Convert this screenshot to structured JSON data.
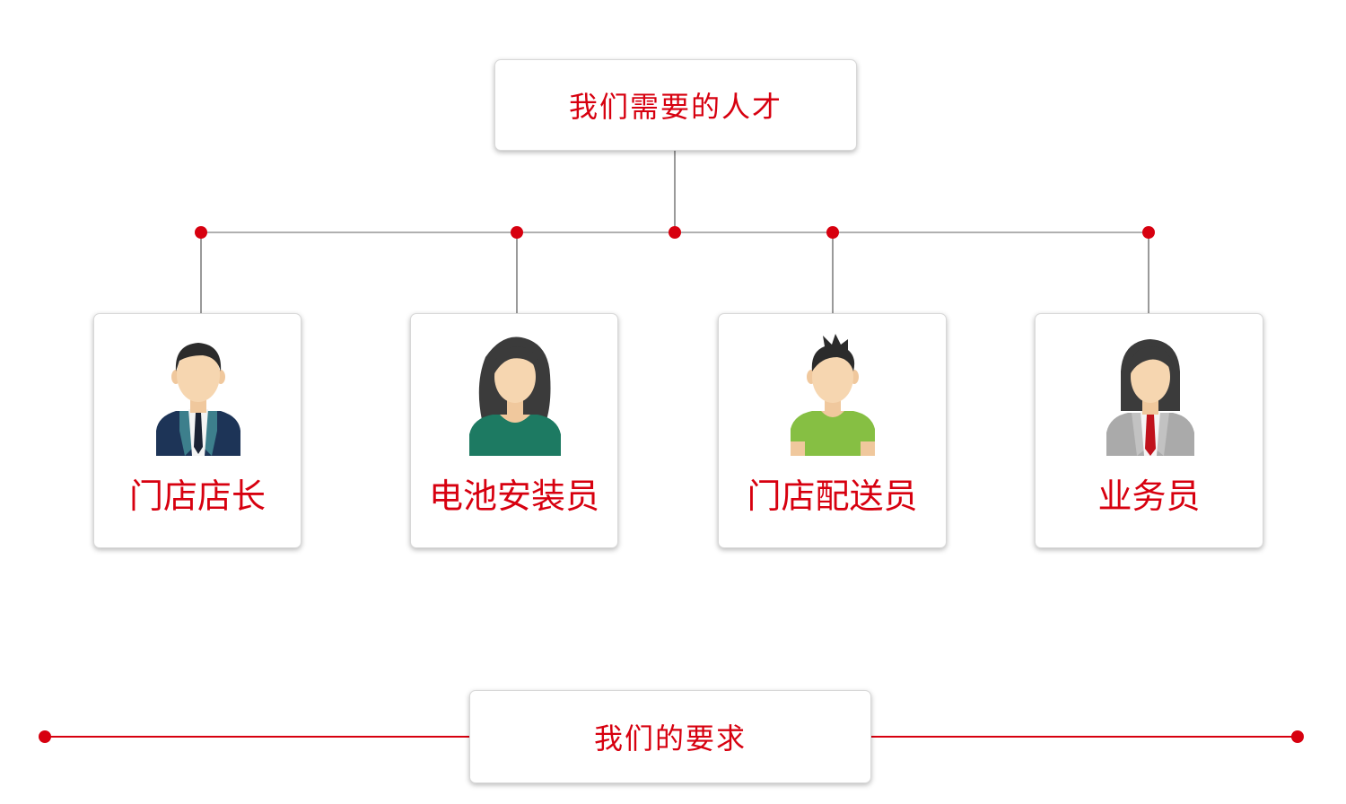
{
  "diagram": {
    "top_title": "我们需要的人才",
    "roles": [
      {
        "label": "门店店长",
        "icon": "manager-avatar-icon"
      },
      {
        "label": "电池安装员",
        "icon": "female-installer-avatar-icon"
      },
      {
        "label": "门店配送员",
        "icon": "delivery-man-avatar-icon"
      },
      {
        "label": "业务员",
        "icon": "salesperson-avatar-icon"
      }
    ],
    "bottom_title": "我们的要求"
  },
  "colors": {
    "accent": "#d7000f",
    "connector": "#9a9a9a",
    "card_border": "#d8d8d8"
  }
}
